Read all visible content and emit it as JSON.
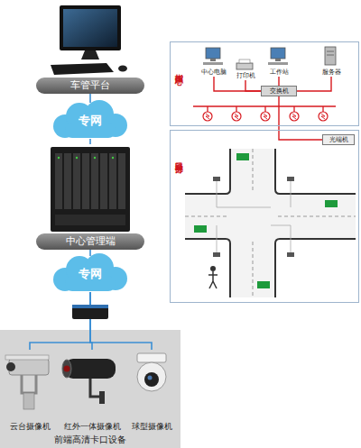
{
  "diagram": {
    "nodes": [
      {
        "text": [
          "车管平台"
        ]
      },
      {
        "text": [
          "专网"
        ]
      },
      {
        "text": [
          "中心管理端"
        ]
      },
      {
        "text": [
          "专网"
        ]
      },
      {
        "text": [
          "前端高清卡口设备"
        ]
      },
      {
        "text": [
          "云台摄像机"
        ],
        "in": 4
      },
      {
        "text": [
          "红外一体摄像机"
        ],
        "in": 4
      },
      {
        "text": [
          "球型摄像机"
        ],
        "in": 4
      },
      {
        "text": [
          "指挥中心"
        ]
      },
      {
        "text": [
          "中心电脑"
        ],
        "in": 8
      },
      {
        "text": [
          "打印机"
        ],
        "in": 8
      },
      {
        "text": [
          "工作站"
        ],
        "in": 8
      },
      {
        "text": [
          "交换机"
        ],
        "in": 8
      },
      {
        "text": [
          "服务器"
        ],
        "in": 8
      },
      {
        "text": [
          "路口部分"
        ]
      },
      {
        "text": [
          "光端机"
        ],
        "in": 14
      }
    ],
    "edges": [
      {
        "from": 0,
        "to": 1,
        "arrow": "none"
      },
      {
        "from": 1,
        "to": 2,
        "arrow": "none"
      },
      {
        "from": 2,
        "to": 3,
        "arrow": "none"
      },
      {
        "from": 3,
        "to": 5,
        "arrow": "none"
      },
      {
        "from": 3,
        "to": 6,
        "arrow": "none"
      },
      {
        "from": 3,
        "to": 7,
        "arrow": "none"
      },
      {
        "from": 9,
        "to": 12,
        "arrow": "none"
      },
      {
        "from": 10,
        "to": 12,
        "arrow": "none"
      },
      {
        "from": 11,
        "to": 12,
        "arrow": "none"
      },
      {
        "from": 13,
        "to": 12,
        "arrow": "none"
      },
      {
        "from": 12,
        "to": 15,
        "arrow": "none"
      }
    ]
  }
}
